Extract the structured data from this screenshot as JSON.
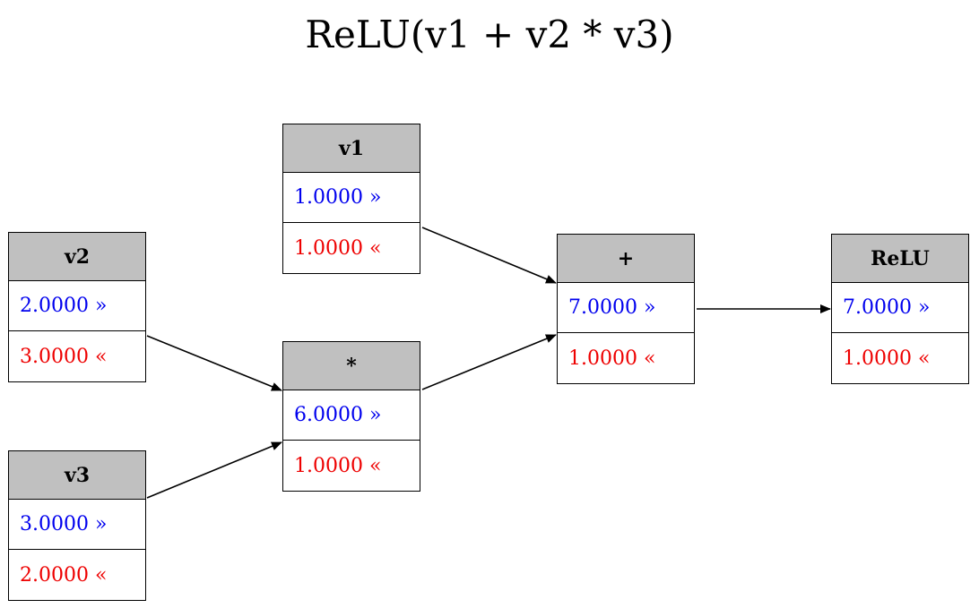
{
  "title": "ReLU(v1 + v2 * v3)",
  "colors": {
    "forward": "#0000ee",
    "backward": "#ee0000",
    "header": "#c0c0c0"
  },
  "nodes": {
    "v1": {
      "label": "v1",
      "forward": "1.0000 »",
      "backward": "1.0000 «"
    },
    "v2": {
      "label": "v2",
      "forward": "2.0000 »",
      "backward": "3.0000 «"
    },
    "v3": {
      "label": "v3",
      "forward": "3.0000 »",
      "backward": "2.0000 «"
    },
    "mul": {
      "label": "*",
      "forward": "6.0000 »",
      "backward": "1.0000 «"
    },
    "add": {
      "label": "+",
      "forward": "7.0000 »",
      "backward": "1.0000 «"
    },
    "relu": {
      "label": "ReLU",
      "forward": "7.0000 »",
      "backward": "1.0000 «"
    }
  },
  "edges": [
    {
      "from": "v2",
      "to": "mul"
    },
    {
      "from": "v3",
      "to": "mul"
    },
    {
      "from": "v1",
      "to": "add"
    },
    {
      "from": "mul",
      "to": "add"
    },
    {
      "from": "add",
      "to": "relu"
    }
  ]
}
